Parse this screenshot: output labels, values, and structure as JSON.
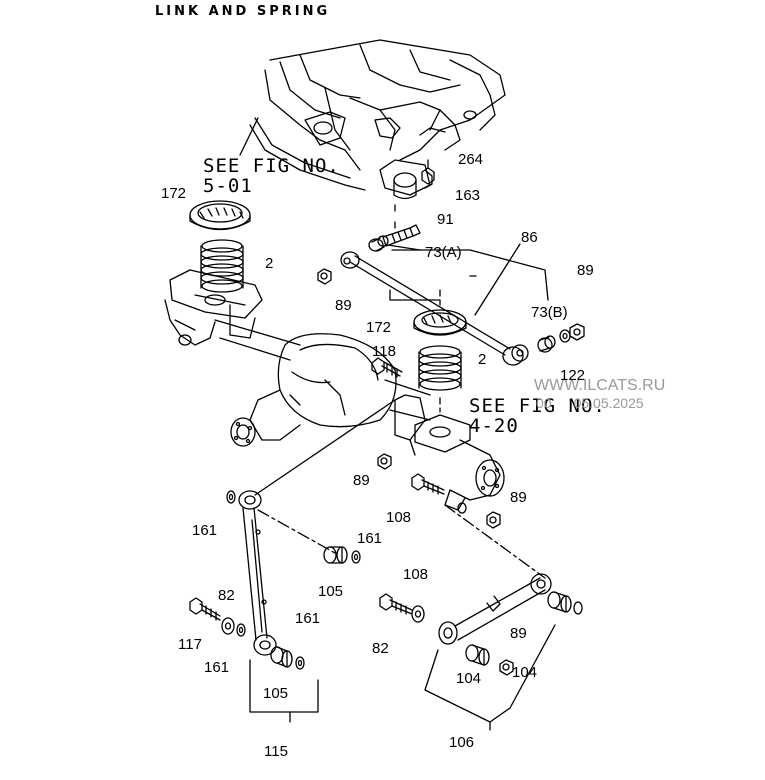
{
  "title": "LINK AND SPRING",
  "references": [
    {
      "see": "SEE FIG NO.",
      "fig": "5-01"
    },
    {
      "see": "SEE FIG NO.",
      "fig": "4-20"
    }
  ],
  "watermark": {
    "site": "WWW.ILCATS.RU",
    "date": "05.05.2025",
    "date_prefix": "00"
  },
  "part_labels": [
    "264",
    "163",
    "91",
    "86",
    "73(A)",
    "172",
    "2",
    "89",
    "73(B)",
    "89",
    "122",
    "172",
    "2",
    "118",
    "89",
    "108",
    "89",
    "161",
    "161",
    "105",
    "82",
    "117",
    "161",
    "105",
    "115",
    "108",
    "82",
    "161",
    "89",
    "104",
    "104",
    "106"
  ]
}
